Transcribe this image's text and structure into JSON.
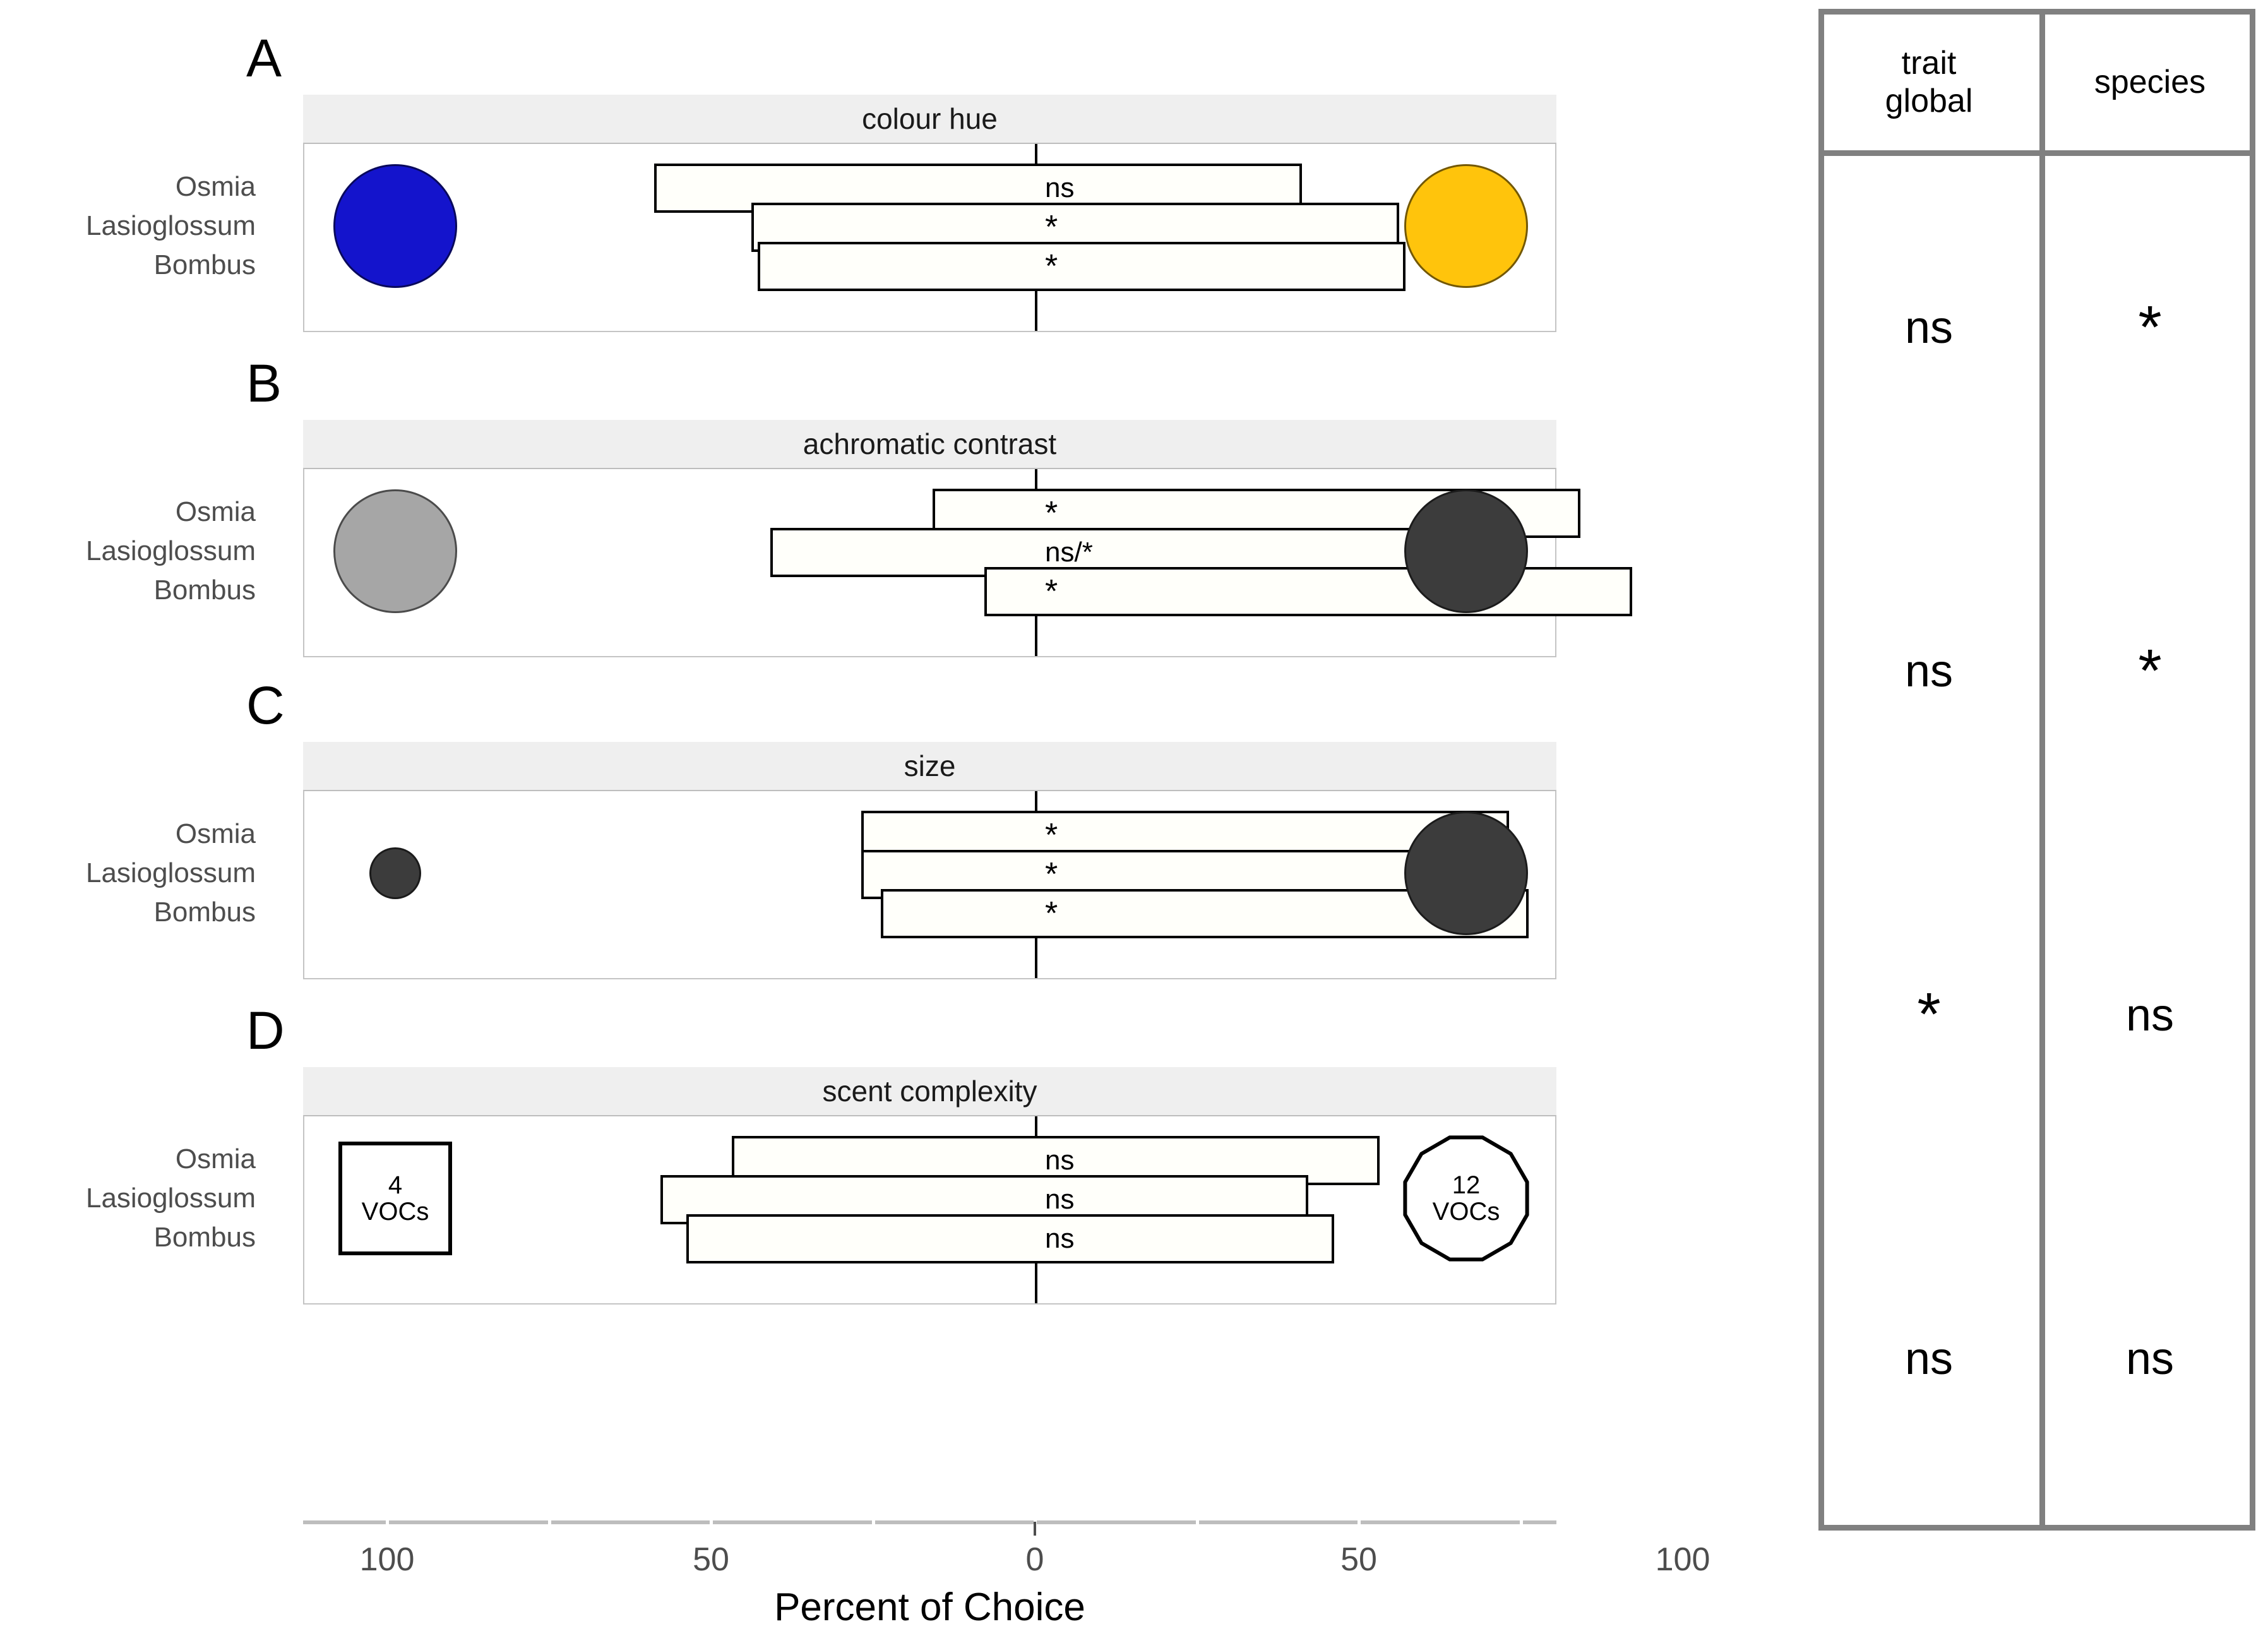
{
  "figure": {
    "x_axis_title": "Percent of Choice",
    "x_tick_labels": [
      "100",
      "50",
      "0",
      "50",
      "100"
    ],
    "species": [
      "Osmia",
      "Lasioglossum",
      "Bombus"
    ],
    "panels": [
      {
        "letter": "A",
        "title": "colour hue",
        "left_symbol": {
          "type": "circle",
          "color": "#1414cc",
          "label": ""
        },
        "right_symbol": {
          "type": "circle",
          "color": "#ffc40c",
          "label": ""
        },
        "rows": [
          {
            "species": "Osmia",
            "left": 59,
            "right": 41,
            "sig": "ns"
          },
          {
            "species": "Lasioglossum",
            "left": 44,
            "right": 56,
            "sig": "*"
          },
          {
            "species": "Bombus",
            "left": 43,
            "right": 57,
            "sig": "*"
          }
        ]
      },
      {
        "letter": "B",
        "title": "achromatic contrast",
        "left_symbol": {
          "type": "circle",
          "color": "#a6a6a6",
          "label": ""
        },
        "right_symbol": {
          "type": "circle",
          "color": "#3c3c3c",
          "label": ""
        },
        "rows": [
          {
            "species": "Osmia",
            "left": 16,
            "right": 84,
            "sig": "*"
          },
          {
            "species": "Lasioglossum",
            "left": 41,
            "right": 59,
            "sig": "ns/*"
          },
          {
            "species": "Bombus",
            "left": 8,
            "right": 92,
            "sig": "*"
          }
        ]
      },
      {
        "letter": "C",
        "title": "size",
        "left_symbol": {
          "type": "circle",
          "color": "#3c3c3c",
          "label": ""
        },
        "right_symbol": {
          "type": "circle",
          "color": "#3c3c3c",
          "label": ""
        },
        "rows": [
          {
            "species": "Osmia",
            "left": 27,
            "right": 73,
            "sig": "*"
          },
          {
            "species": "Lasioglossum",
            "left": 27,
            "right": 73,
            "sig": "*"
          },
          {
            "species": "Bombus",
            "left": 24,
            "right": 76,
            "sig": "*"
          }
        ]
      },
      {
        "letter": "D",
        "title": "scent complexity",
        "left_symbol": {
          "type": "square",
          "color": "#ffffff",
          "label": "4\nVOCs"
        },
        "right_symbol": {
          "type": "polygon12",
          "color": "#ffffff",
          "label": "12\nVOCs"
        },
        "rows": [
          {
            "species": "Osmia",
            "left": 47,
            "right": 53,
            "sig": "ns"
          },
          {
            "species": "Lasioglossum",
            "left": 58,
            "right": 42,
            "sig": "ns"
          },
          {
            "species": "Bombus",
            "left": 54,
            "right": 46,
            "sig": "ns"
          }
        ]
      }
    ]
  },
  "table": {
    "headers": [
      "trait\nglobal",
      "species"
    ],
    "rows": [
      {
        "trait_global": "ns",
        "species": "*"
      },
      {
        "trait_global": "ns",
        "species": "*"
      },
      {
        "trait_global": "*",
        "species": "ns"
      },
      {
        "trait_global": "ns",
        "species": "ns"
      }
    ]
  },
  "symbols": {
    "left_square_label_line1": "4",
    "left_square_label_line2": "VOCs",
    "right_poly_label_line1": "12",
    "right_poly_label_line2": "VOCs"
  },
  "chart_data": {
    "type": "bar",
    "title": "",
    "xlabel": "Percent of Choice",
    "ylabel": "",
    "xlim": [
      -100,
      100
    ],
    "xticks": [
      -100,
      -50,
      0,
      50,
      100
    ],
    "xticklabels": [
      "100",
      "50",
      "0",
      "50",
      "100"
    ],
    "grid": false,
    "orientation": "horizontal-diverging",
    "categories": [
      "Osmia",
      "Lasioglossum",
      "Bombus"
    ],
    "panels": [
      {
        "panel": "A",
        "trait": "colour hue",
        "left_stimulus": "blue",
        "right_stimulus": "yellow",
        "series": [
          {
            "name": "Osmia",
            "left_percent": 59,
            "right_percent": 41,
            "significance": "ns"
          },
          {
            "name": "Lasioglossum",
            "left_percent": 44,
            "right_percent": 56,
            "significance": "*"
          },
          {
            "name": "Bombus",
            "left_percent": 43,
            "right_percent": 57,
            "significance": "*"
          }
        ]
      },
      {
        "panel": "B",
        "trait": "achromatic contrast",
        "left_stimulus": "light grey",
        "right_stimulus": "dark grey",
        "series": [
          {
            "name": "Osmia",
            "left_percent": 16,
            "right_percent": 84,
            "significance": "*"
          },
          {
            "name": "Lasioglossum",
            "left_percent": 41,
            "right_percent": 59,
            "significance": "ns/*"
          },
          {
            "name": "Bombus",
            "left_percent": 8,
            "right_percent": 92,
            "significance": "*"
          }
        ]
      },
      {
        "panel": "C",
        "trait": "size",
        "left_stimulus": "small dark circle",
        "right_stimulus": "large dark circle",
        "series": [
          {
            "name": "Osmia",
            "left_percent": 27,
            "right_percent": 73,
            "significance": "*"
          },
          {
            "name": "Lasioglossum",
            "left_percent": 27,
            "right_percent": 73,
            "significance": "*"
          },
          {
            "name": "Bombus",
            "left_percent": 24,
            "right_percent": 76,
            "significance": "*"
          }
        ]
      },
      {
        "panel": "D",
        "trait": "scent complexity",
        "left_stimulus": "4 VOCs",
        "right_stimulus": "12 VOCs",
        "series": [
          {
            "name": "Osmia",
            "left_percent": 47,
            "right_percent": 53,
            "significance": "ns"
          },
          {
            "name": "Lasioglossum",
            "left_percent": 58,
            "right_percent": 42,
            "significance": "ns"
          },
          {
            "name": "Bombus",
            "left_percent": 54,
            "right_percent": 46,
            "significance": "ns"
          }
        ]
      }
    ],
    "summary_table": {
      "columns": [
        "trait global",
        "species"
      ],
      "rows": [
        {
          "panel": "A",
          "trait global": "ns",
          "species": "*"
        },
        {
          "panel": "B",
          "trait global": "ns",
          "species": "*"
        },
        {
          "panel": "C",
          "trait global": "*",
          "species": "ns"
        },
        {
          "panel": "D",
          "trait global": "ns",
          "species": "ns"
        }
      ]
    }
  }
}
